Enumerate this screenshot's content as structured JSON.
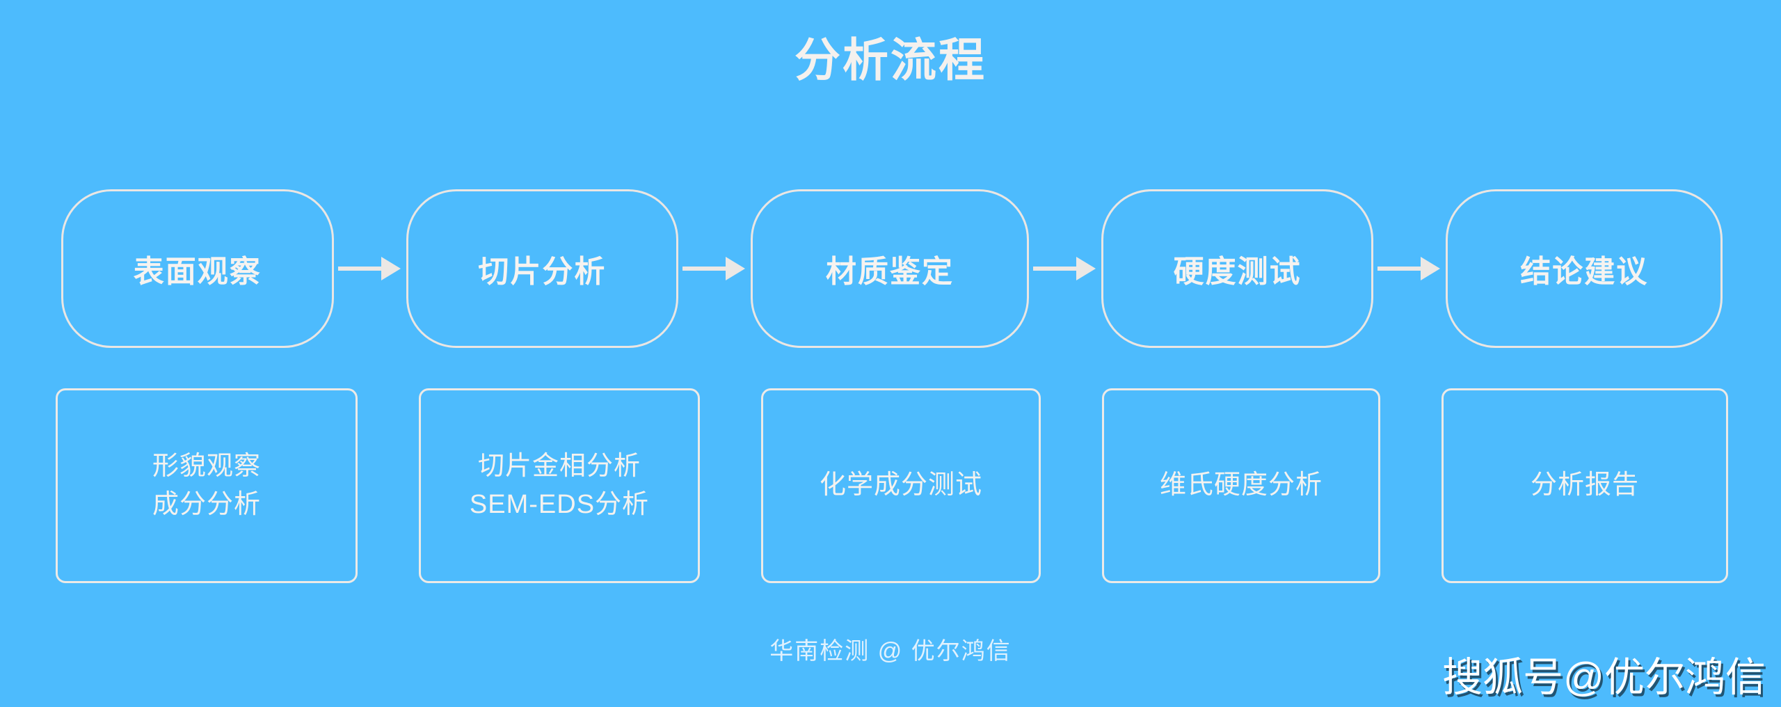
{
  "page": {
    "title": "分析流程",
    "background_color": "#4dbbfd",
    "line_color": "#ece8e5",
    "text_color": "#f5f2ef"
  },
  "flow": {
    "arrow_icon": "arrow-right-icon",
    "stages": [
      {
        "label": "表面观察"
      },
      {
        "label": "切片分析"
      },
      {
        "label": "材质鉴定"
      },
      {
        "label": "硬度测试"
      },
      {
        "label": "结论建议"
      }
    ]
  },
  "details": [
    {
      "line1": "形貌观察",
      "line2": "成分分析"
    },
    {
      "line1": "切片金相分析",
      "line2": "SEM-EDS分析"
    },
    {
      "line1": "化学成分测试",
      "line2": ""
    },
    {
      "line1": "维氏硬度分析",
      "line2": ""
    },
    {
      "line1": "分析报告",
      "line2": ""
    }
  ],
  "footer": {
    "credit": "华南检测 @ 优尔鸿信",
    "watermark": "搜狐号@优尔鸿信"
  }
}
